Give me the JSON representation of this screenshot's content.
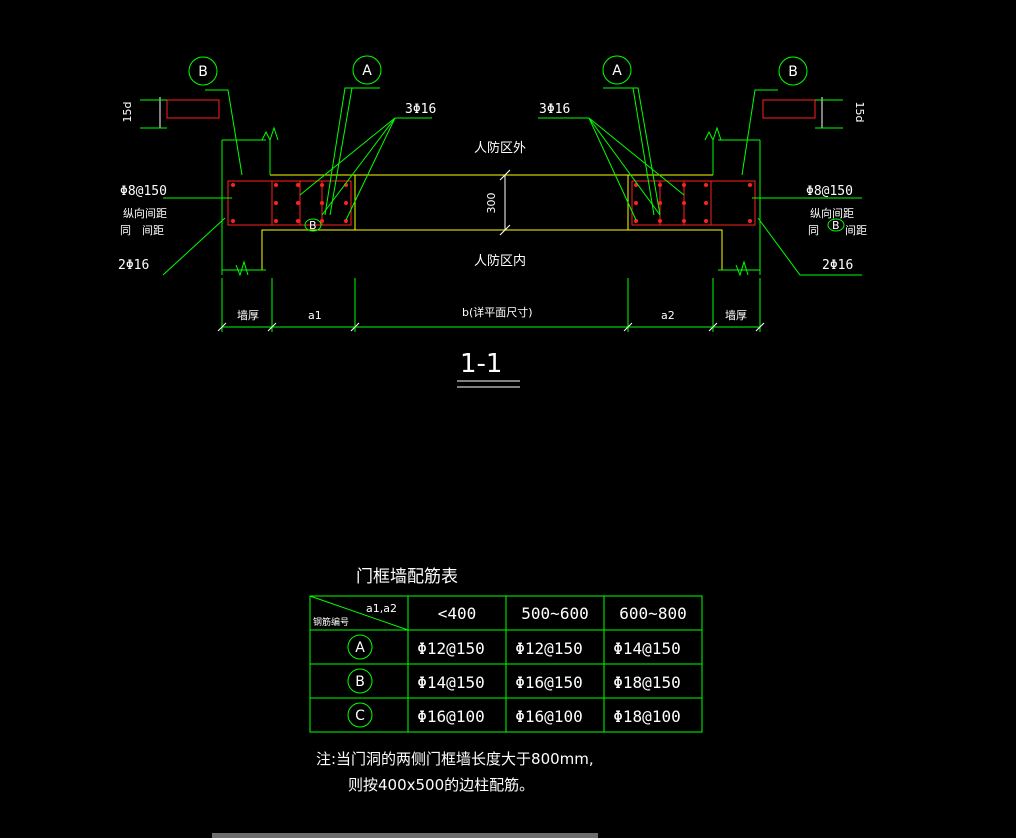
{
  "section": {
    "marker_a": "A",
    "marker_b": "B",
    "label_15d": "15d",
    "rebar_3phi16": "3Φ16",
    "stirrup": "Φ8@150",
    "long_spacing_1": "纵向间距",
    "long_spacing_2": "同",
    "long_spacing_3": "间距",
    "rebar_2phi16": "2Φ16",
    "outside": "人防区外",
    "inside": "人防区内",
    "thickness": "300",
    "dim_wall": "墙厚",
    "dim_a1": "a1",
    "dim_b": "b(详平面尺寸)",
    "dim_a2": "a2",
    "title": "1-1"
  },
  "table": {
    "title": "门框墙配筋表",
    "corner_top": "a1,a2",
    "corner_bottom": "钢筋编号",
    "columns": [
      "<400",
      "500~600",
      "600~800"
    ],
    "rows": [
      {
        "id": "A",
        "cells": [
          "Φ12@150",
          "Φ12@150",
          "Φ14@150"
        ]
      },
      {
        "id": "B",
        "cells": [
          "Φ14@150",
          "Φ16@150",
          "Φ18@150"
        ]
      },
      {
        "id": "C",
        "cells": [
          "Φ16@100",
          "Φ16@100",
          "Φ18@100"
        ]
      }
    ]
  },
  "note": {
    "line1": "注:当门洞的两侧门框墙长度大于800mm,",
    "line2": "则按400x500的边柱配筋。"
  },
  "colors": {
    "line": "#00ff00",
    "concrete": "#ffff00",
    "rebar": "#ff2020",
    "text": "#ffffff",
    "background": "#000000"
  }
}
